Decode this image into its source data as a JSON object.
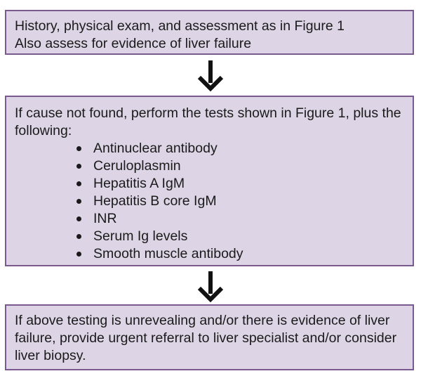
{
  "box1": {
    "lines": [
      "History, physical exam, and assessment as in Figure 1",
      "Also assess for evidence of liver failure"
    ]
  },
  "box2": {
    "intro": "If cause not found, perform the tests shown in Figure 1, plus the following:",
    "tests": [
      "Antinuclear antibody",
      "Ceruloplasmin",
      "Hepatitis A IgM",
      "Hepatitis B core IgM",
      "INR",
      "Serum Ig levels",
      "Smooth muscle antibody"
    ]
  },
  "box3": {
    "text": "If above testing is unrevealing and/or there is evidence of liver failure, provide urgent referral to liver specialist and/or consider liver biopsy."
  },
  "colors": {
    "box_fill": "#ddd5e6",
    "box_border": "#7a5a8e",
    "arrow": "#111111"
  },
  "icons": {
    "arrow": "down-arrow-icon"
  }
}
